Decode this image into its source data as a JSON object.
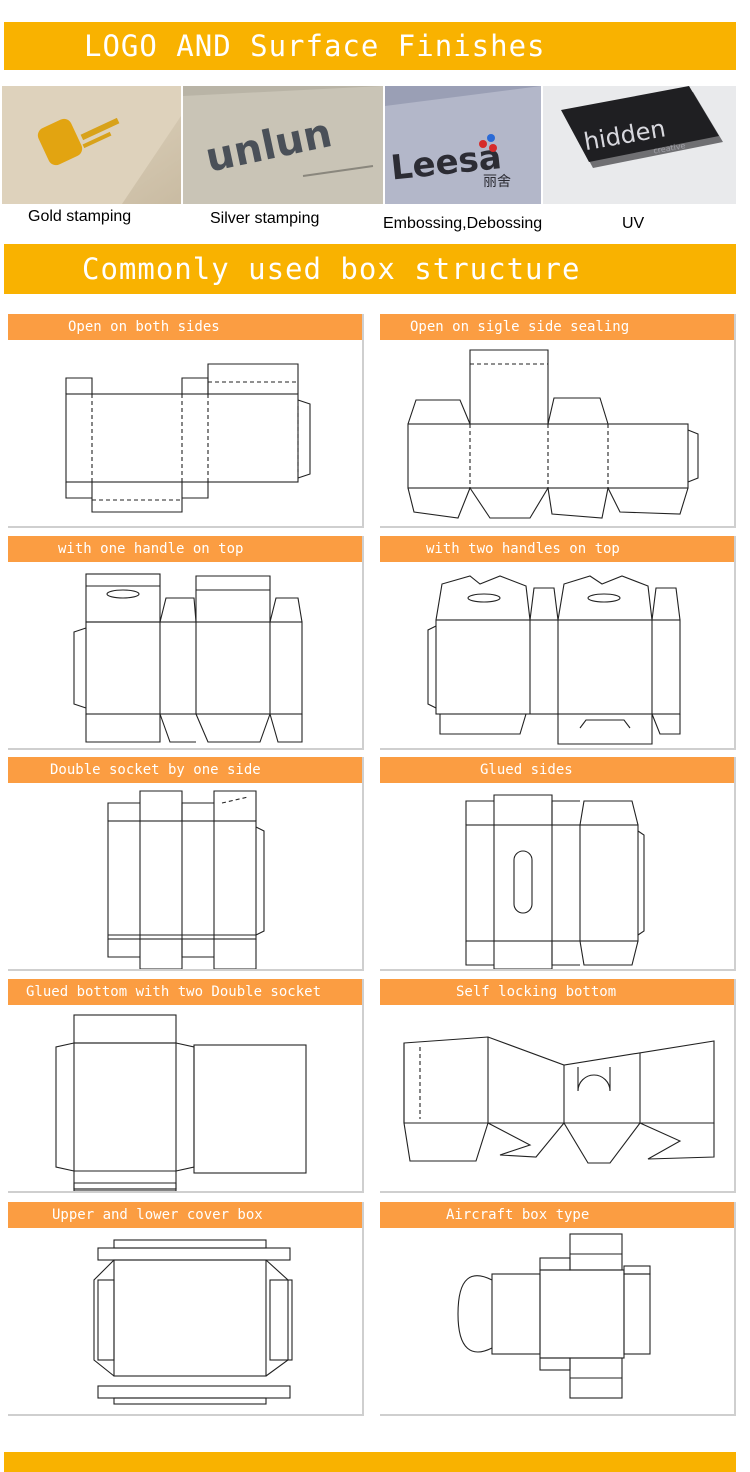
{
  "banner_finishes": "LOGO AND Surface Finishes",
  "banner_structure": "Commonly used box structure",
  "finishes": [
    {
      "caption": "Gold stamping"
    },
    {
      "caption": "Silver stamping"
    },
    {
      "caption": "Embossing,Debossing",
      "logo_text": "Leesa",
      "logo_cjk": "丽舍"
    },
    {
      "caption": "UV",
      "logo_text": "hidden",
      "logo_sub": "creative"
    }
  ],
  "silver_logo_text": "unlun",
  "boxes": [
    {
      "title": "Open on both sides"
    },
    {
      "title": "Open on sigle side sealing"
    },
    {
      "title": "with one handle on top"
    },
    {
      "title": "with two handles on top"
    },
    {
      "title": "Double socket by one side"
    },
    {
      "title": "Glued sides"
    },
    {
      "title": "Glued bottom with two Double socket"
    },
    {
      "title": "Self locking bottom"
    },
    {
      "title": "Upper and lower cover box"
    },
    {
      "title": "Aircraft box type"
    }
  ],
  "colors": {
    "banner": "#f9b200",
    "panel_header": "#fb9d42",
    "panel_border": "#cfcfcf"
  }
}
